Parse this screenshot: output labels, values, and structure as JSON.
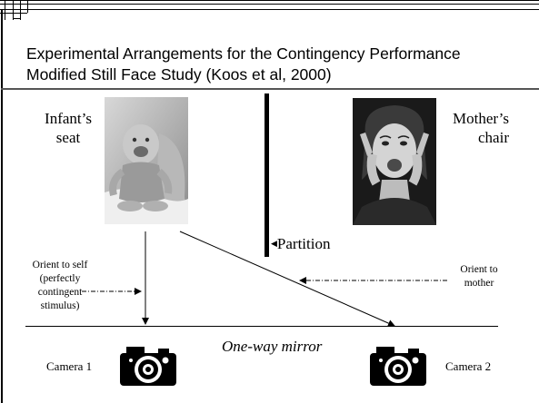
{
  "title_lines": [
    "Experimental Arrangements for the Contingency Performance",
    "Modified Still Face Study (Koos et al, 2000)"
  ],
  "labels": {
    "infant_seat_line1": "Infant’s",
    "infant_seat_line2": "seat",
    "mother_chair_line1": "Mother’s",
    "mother_chair_line2": "chair",
    "partition": "Partition",
    "orient_self_lines": [
      "Orient to self",
      "(perfectly",
      "contingent",
      "stimulus)"
    ],
    "orient_mother_lines": [
      "Orient to",
      "mother"
    ],
    "one_way_mirror": "One-way mirror",
    "camera1": "Camera 1",
    "camera2": "Camera 2"
  },
  "icons": [
    "grid-logo-icon",
    "camera-icon",
    "camera-icon"
  ]
}
